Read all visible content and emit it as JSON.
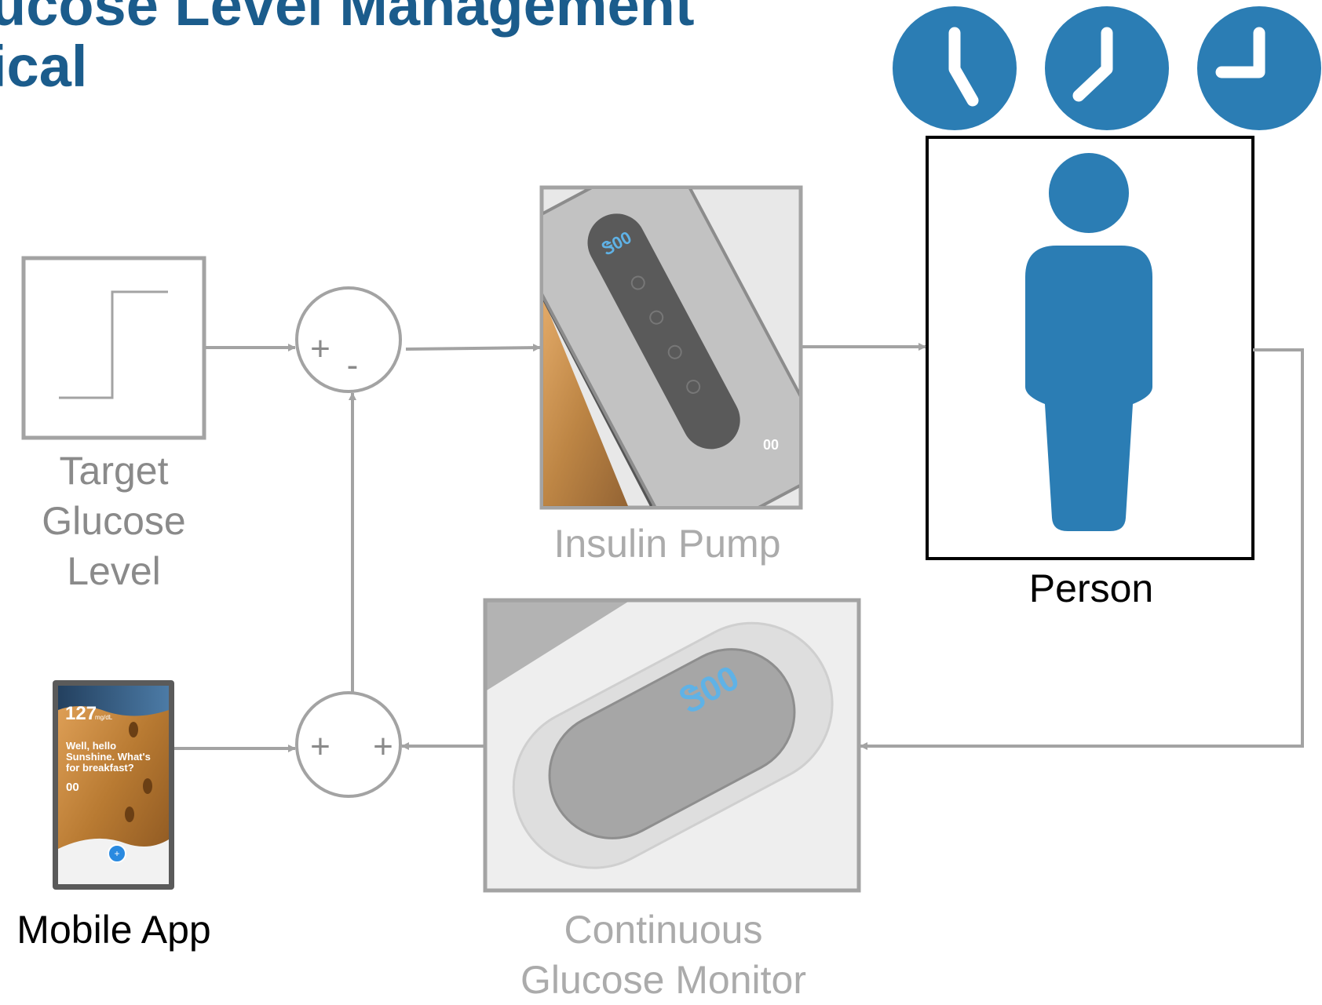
{
  "title": {
    "line1": "ucose Level Management",
    "line2": "ical"
  },
  "blocks": {
    "target": {
      "label_lines": [
        "Target",
        "Glucose",
        "Level"
      ]
    },
    "insulin_pump": {
      "label": "Insulin Pump"
    },
    "person": {
      "label": "Person"
    },
    "mobile_app": {
      "label": "Mobile App"
    },
    "cgm": {
      "label_lines": [
        "Continuous",
        "Glucose Monitor"
      ]
    }
  },
  "summing_junctions": {
    "top": {
      "signs": [
        "+",
        "-"
      ]
    },
    "bottom": {
      "signs": [
        "+",
        "+"
      ]
    }
  },
  "devices": {
    "pump_logo": "Ꮥ00",
    "cgm_logo": "Ꮥ00"
  },
  "phone_screen": {
    "glucose_value": "127",
    "glucose_unit": "mg/dL",
    "message": [
      "Well, hello",
      "Sunshine. What's",
      "for breakfast?"
    ],
    "logo": "00"
  },
  "icons": [
    "clock-icon",
    "clock-icon",
    "clock-icon",
    "person-icon"
  ],
  "colors": {
    "accent_blue": "#2b7db4",
    "title_blue": "#1b5c8c",
    "line_gray": "#a3a3a3"
  }
}
